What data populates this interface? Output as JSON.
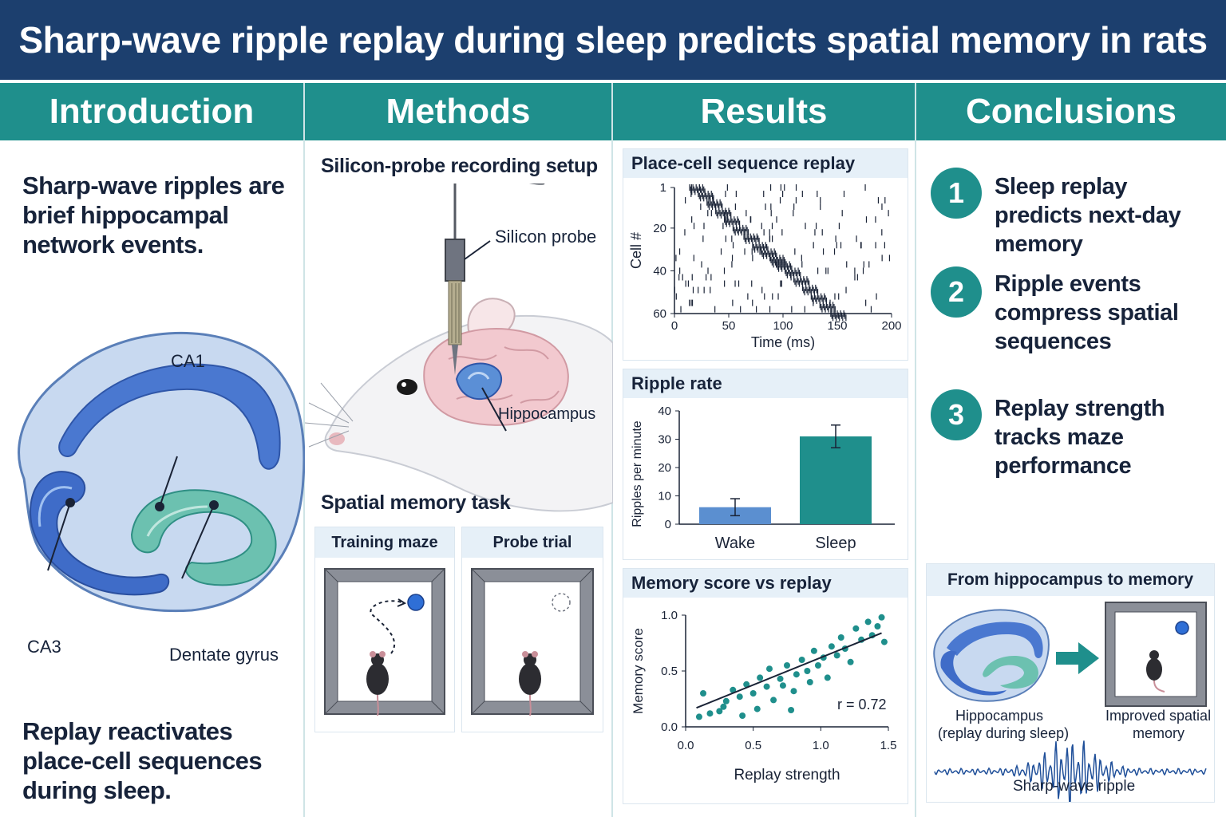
{
  "title": "Sharp-wave ripple replay during sleep predicts spatial memory in rats",
  "columns": {
    "introduction": "Introduction",
    "methods": "Methods",
    "results": "Results",
    "conclusions": "Conclusions"
  },
  "introduction": {
    "text1": "Sharp-wave ripples are brief hippocampal network events.",
    "labels": {
      "ca1": "CA1",
      "ca3": "CA3",
      "dg": "Dentate gyrus"
    },
    "text2": "Replay reactivates place-cell sequences during sleep."
  },
  "methods": {
    "setup_title": "Silicon-probe recording setup",
    "probe_label": "Silicon probe",
    "hippocampus_label": "Hippocampus",
    "task_title": "Spatial memory task",
    "training_label": "Training maze",
    "probe_trial_label": "Probe trial"
  },
  "results": {
    "raster_title": "Place-cell sequence replay",
    "ripple_title": "Ripple rate",
    "scatter_title": "Memory score vs replay"
  },
  "chart_data": [
    {
      "type": "scatter",
      "title": "Place-cell sequence replay",
      "xlabel": "Time (ms)",
      "ylabel": "Cell #",
      "xlim": [
        0,
        200
      ],
      "ylim": [
        60,
        1
      ],
      "xticks": [
        "0",
        "50",
        "100",
        "150",
        "200"
      ],
      "yticks": [
        "1",
        "20",
        "40",
        "60"
      ],
      "sequence": [
        {
          "x": 20,
          "y": 1
        },
        {
          "x": 28,
          "y": 4
        },
        {
          "x": 36,
          "y": 8
        },
        {
          "x": 44,
          "y": 12
        },
        {
          "x": 52,
          "y": 16
        },
        {
          "x": 60,
          "y": 20
        },
        {
          "x": 70,
          "y": 24
        },
        {
          "x": 78,
          "y": 28
        },
        {
          "x": 86,
          "y": 31
        },
        {
          "x": 94,
          "y": 34
        },
        {
          "x": 100,
          "y": 37
        },
        {
          "x": 108,
          "y": 40
        },
        {
          "x": 116,
          "y": 44
        },
        {
          "x": 124,
          "y": 48
        },
        {
          "x": 132,
          "y": 52
        },
        {
          "x": 140,
          "y": 56
        },
        {
          "x": 150,
          "y": 60
        }
      ]
    },
    {
      "type": "bar",
      "title": "Ripple rate",
      "categories": [
        "Wake",
        "Sleep"
      ],
      "values": [
        6,
        31
      ],
      "errors": [
        3,
        4
      ],
      "colors": [
        "#5b8fd0",
        "#1f8f8c"
      ],
      "ylabel": "Ripples per minute",
      "ylim": [
        0,
        40
      ],
      "yticks": [
        "0",
        "10",
        "20",
        "30",
        "40"
      ]
    },
    {
      "type": "scatter",
      "title": "Memory score vs replay",
      "xlabel": "Replay strength",
      "ylabel": "Memory score",
      "xlim": [
        0,
        1.5
      ],
      "ylim": [
        0,
        1.0
      ],
      "xticks": [
        "0.0",
        "0.5",
        "1.0",
        "1.5"
      ],
      "yticks": [
        "0.0",
        "0.5",
        "1.0"
      ],
      "annotation": "r = 0.72",
      "trend": [
        [
          0.08,
          0.17
        ],
        [
          1.45,
          0.84
        ]
      ],
      "points": [
        [
          0.1,
          0.09
        ],
        [
          0.13,
          0.3
        ],
        [
          0.18,
          0.12
        ],
        [
          0.25,
          0.14
        ],
        [
          0.28,
          0.18
        ],
        [
          0.3,
          0.23
        ],
        [
          0.35,
          0.33
        ],
        [
          0.4,
          0.27
        ],
        [
          0.42,
          0.1
        ],
        [
          0.45,
          0.38
        ],
        [
          0.5,
          0.3
        ],
        [
          0.53,
          0.16
        ],
        [
          0.55,
          0.44
        ],
        [
          0.6,
          0.36
        ],
        [
          0.62,
          0.52
        ],
        [
          0.65,
          0.24
        ],
        [
          0.7,
          0.43
        ],
        [
          0.72,
          0.37
        ],
        [
          0.75,
          0.55
        ],
        [
          0.78,
          0.15
        ],
        [
          0.8,
          0.32
        ],
        [
          0.82,
          0.47
        ],
        [
          0.86,
          0.6
        ],
        [
          0.9,
          0.5
        ],
        [
          0.92,
          0.4
        ],
        [
          0.95,
          0.68
        ],
        [
          0.98,
          0.55
        ],
        [
          1.02,
          0.62
        ],
        [
          1.05,
          0.44
        ],
        [
          1.08,
          0.72
        ],
        [
          1.12,
          0.64
        ],
        [
          1.15,
          0.8
        ],
        [
          1.18,
          0.7
        ],
        [
          1.22,
          0.58
        ],
        [
          1.26,
          0.88
        ],
        [
          1.3,
          0.78
        ],
        [
          1.35,
          0.94
        ],
        [
          1.38,
          0.82
        ],
        [
          1.42,
          0.9
        ],
        [
          1.45,
          0.98
        ],
        [
          1.47,
          0.76
        ]
      ],
      "color": "#1f8f8c"
    }
  ],
  "conclusions": {
    "items": [
      {
        "num": "1",
        "text": "Sleep replay predicts next-day memory"
      },
      {
        "num": "2",
        "text": "Ripple events compress spatial sequences"
      },
      {
        "num": "3",
        "text": "Replay strength tracks maze performance"
      }
    ],
    "panel_title": "From hippocampus to memory",
    "hippo_caption_1": "Hippocampus",
    "hippo_caption_2": "(replay during sleep)",
    "memory_caption_1": "Improved spatial",
    "memory_caption_2": "memory",
    "ripple_caption": "Sharp-wave ripple"
  }
}
